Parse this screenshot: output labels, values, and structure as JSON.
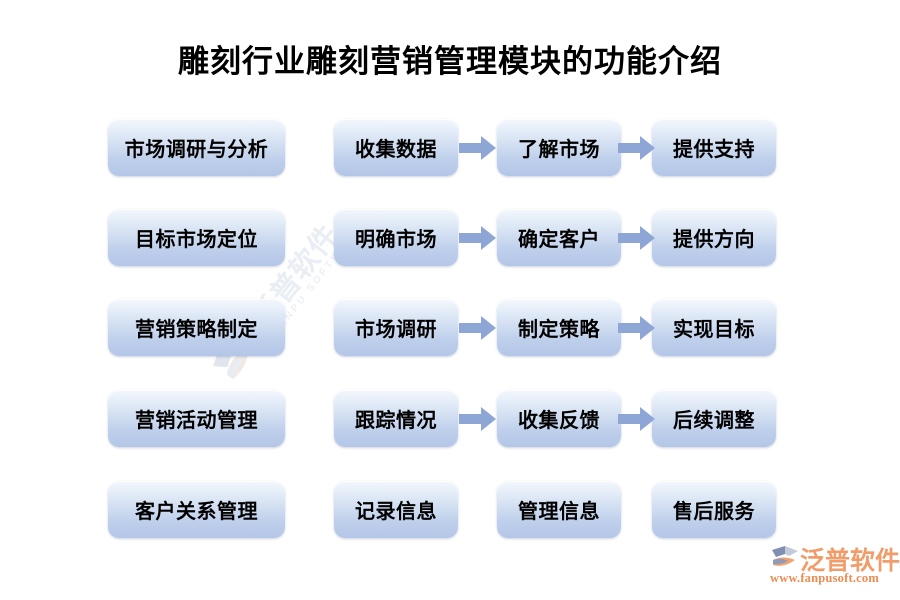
{
  "page": {
    "title": "雕刻行业雕刻营销管理模块的功能介绍",
    "background_color": "#ffffff"
  },
  "theme": {
    "node_fill_top": "#f4f8fd",
    "node_fill_bottom": "#b4c6e7",
    "node_text_color": "#000000",
    "arrow_color": "#8ea6d6",
    "brand_orange": "#f19d6b",
    "watermark_color": "#b9c4dd"
  },
  "watermark": {
    "icon": "fanpu-logo-icon",
    "text_cn": "泛普软件",
    "text_en": "FANPU SOFTWARE"
  },
  "brand": {
    "icon": "fanpu-logo-icon",
    "name": "泛普软件",
    "url": "www.fanpusoft.com"
  },
  "flow": {
    "columns": 4,
    "rows": [
      {
        "row_index": 0,
        "category": "市场调研与分析",
        "steps": [
          "收集数据",
          "了解市场",
          "提供支持"
        ],
        "arrows": [
          true,
          true
        ]
      },
      {
        "row_index": 1,
        "category": "目标市场定位",
        "steps": [
          "明确市场",
          "确定客户",
          "提供方向"
        ],
        "arrows": [
          true,
          true
        ]
      },
      {
        "row_index": 2,
        "category": "营销策略制定",
        "steps": [
          "市场调研",
          "制定策略",
          "实现目标"
        ],
        "arrows": [
          true,
          true
        ]
      },
      {
        "row_index": 3,
        "category": "营销活动管理",
        "steps": [
          "跟踪情况",
          "收集反馈",
          "后续调整"
        ],
        "arrows": [
          true,
          true
        ]
      },
      {
        "row_index": 4,
        "category": "客户关系管理",
        "steps": [
          "记录信息",
          "管理信息",
          "售后服务"
        ],
        "arrows": [
          false,
          false
        ]
      }
    ]
  }
}
